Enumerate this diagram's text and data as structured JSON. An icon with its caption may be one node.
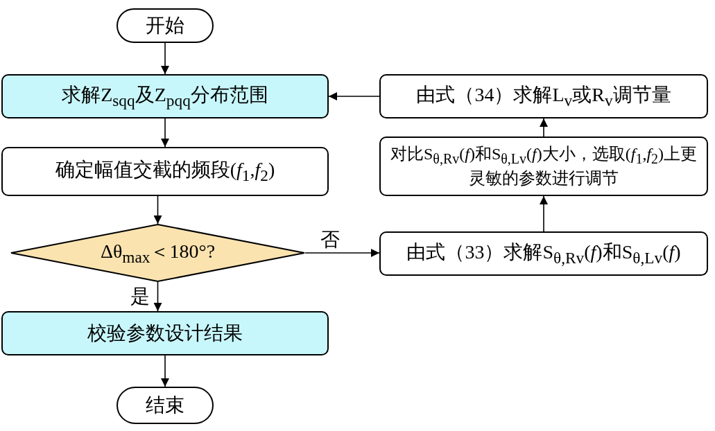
{
  "diagram": {
    "nodes": [
      {
        "text": [
          "开始"
        ]
      },
      {
        "text": [
          "求解Z$_{sqq}$及Z$_{pqq}$分布范围"
        ]
      },
      {
        "text": [
          "确定幅值交截的频段(*f*$_{1}$,*f*$_{2}$)"
        ]
      },
      {
        "text": [
          "Δθ$_{max}$＜180°?"
        ]
      },
      {
        "text": [
          "校验参数设计结果"
        ]
      },
      {
        "text": [
          "结束"
        ]
      },
      {
        "text": [
          "由式（34）求解L$_{v}$或R$_{v}$调节量"
        ]
      },
      {
        "text": [
          "对比S$_{θ,Rv}$(*f*)和S$_{θ,Lv}$(*f*)大小，选取(*f*$_{1}$,*f*$_{2}$)上更灵敏的参数进行调节"
        ]
      },
      {
        "text": [
          "由式（33）求解S$_{θ,Rv}$(*f*)和S$_{θ,Lv}$(*f*)"
        ]
      }
    ],
    "edges": [
      {
        "from": 0,
        "to": 1,
        "arrow": "to"
      },
      {
        "from": 1,
        "to": 2,
        "arrow": "to"
      },
      {
        "from": 2,
        "to": 3,
        "arrow": "to"
      },
      {
        "from": 3,
        "to": 4,
        "arrow": "to",
        "label": "是"
      },
      {
        "from": 4,
        "to": 5,
        "arrow": "to"
      },
      {
        "from": 3,
        "to": 8,
        "arrow": "to",
        "label": "否"
      },
      {
        "from": 8,
        "to": 7,
        "arrow": "to"
      },
      {
        "from": 7,
        "to": 6,
        "arrow": "to"
      },
      {
        "from": 6,
        "to": 1,
        "arrow": "to"
      }
    ]
  }
}
